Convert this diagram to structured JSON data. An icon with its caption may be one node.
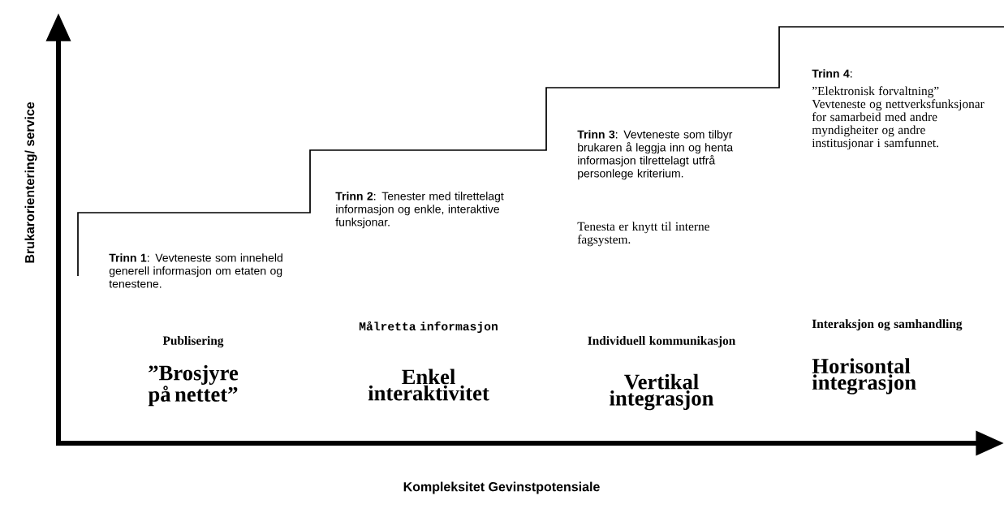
{
  "diagram": {
    "labels": [
      "Brukarorientering/ service",
      "**Trinn 1**: Vevteneste som inneheld generell informasjon om etaten og tenestene.",
      "Publisering",
      "”Brosjyre på nettet”",
      "**Trinn 2**: Tenester med tilrettelagt informasjon og enkle, interaktive funksjonar.",
      "Målretta informasjon",
      "Enkel interaktivitet",
      "**Trinn 3**: Vevteneste som tilbyr brukaren å leggja inn og henta informasjon tilrettelagt utfrå personlege kriterium.",
      "Tenesta er knytt til interne fagsystem.",
      "Individuell kommunikasjon",
      "Vertikal integrasjon",
      "**Trinn 4**:",
      "”Elektronisk forvaltning” Vevteneste og nettverksfunksjonar for samarbeid med andre myndigheiter og andre institusjonar i samfunnet.",
      "Interaksjon og samhandling",
      "Horisontal integrasjon",
      "Kompleksitet Gevinstpotensiale"
    ]
  }
}
